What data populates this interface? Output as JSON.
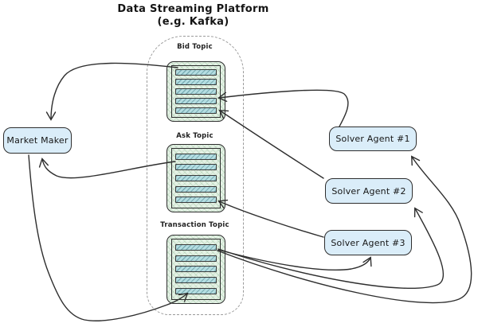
{
  "diagram": {
    "title_line1": "Data Streaming Platform",
    "title_line2": "(e.g. Kafka)",
    "platform": {
      "topics": [
        {
          "id": "bid-topic",
          "label": "Bid Topic",
          "partitions": 5
        },
        {
          "id": "ask-topic",
          "label": "Ask Topic",
          "partitions": 5
        },
        {
          "id": "transaction-topic",
          "label": "Transaction Topic",
          "partitions": 5
        }
      ]
    },
    "nodes": [
      {
        "id": "market-maker",
        "label": "Market Maker"
      },
      {
        "id": "solver-agent-1",
        "label": "Solver Agent #1"
      },
      {
        "id": "solver-agent-2",
        "label": "Solver Agent #2"
      },
      {
        "id": "solver-agent-3",
        "label": "Solver Agent #3"
      }
    ],
    "edges": [
      {
        "from": "bid-topic",
        "to": "market-maker"
      },
      {
        "from": "ask-topic",
        "to": "market-maker"
      },
      {
        "from": "market-maker",
        "to": "transaction-topic"
      },
      {
        "from": "solver-agent-1",
        "to": "bid-topic"
      },
      {
        "from": "solver-agent-2",
        "to": "bid-topic"
      },
      {
        "from": "solver-agent-3",
        "to": "ask-topic"
      },
      {
        "from": "transaction-topic",
        "to": "solver-agent-3"
      },
      {
        "from": "transaction-topic",
        "to": "solver-agent-2"
      },
      {
        "from": "transaction-topic",
        "to": "solver-agent-1"
      }
    ],
    "colors": {
      "node_fill": "#daedf9",
      "doc_fill": "#e4f1e5",
      "partition_fill": "#b4dde1",
      "stroke": "#2e2e2e",
      "dashed_border": "#9a9a9a"
    }
  }
}
